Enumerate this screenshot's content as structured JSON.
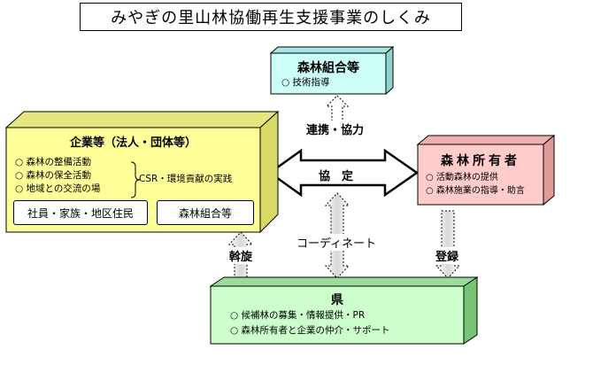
{
  "title": "みやぎの里山林協働再生支援事業のしくみ",
  "forest_union": {
    "heading": "森林組合等",
    "bullet": "○ 技術指導"
  },
  "company": {
    "heading": "企業等（法人・団体等）",
    "bullets": [
      "○ 森林の整備活動",
      "○ 森林の保全活動",
      "○ 地域との交流の場"
    ],
    "csr": "CSR・環境貢献の実践",
    "sub_left": "社員・家族・地区住民",
    "sub_right": "森林組合等"
  },
  "owner": {
    "heading": "森林所有者",
    "bullets": [
      "○ 活動森林の提供",
      "○ 森林施業の指導・助言"
    ]
  },
  "prefecture": {
    "heading": "県",
    "bullets": [
      "○ 候補林の募集・情報提供・PR",
      "○ 森林所有者と企業の仲介・サポート"
    ]
  },
  "labels": {
    "cooperation": "連携・協力",
    "agreement": "協　定",
    "coordinate": "コーディネート",
    "mediation": "斡旋",
    "registration": "登録"
  },
  "colors": {
    "forest_union_fill": "#cdfdf7",
    "company_fill": "#ffff99",
    "owner_fill": "#ffcccc",
    "prefecture_fill": "#ccffcc"
  }
}
